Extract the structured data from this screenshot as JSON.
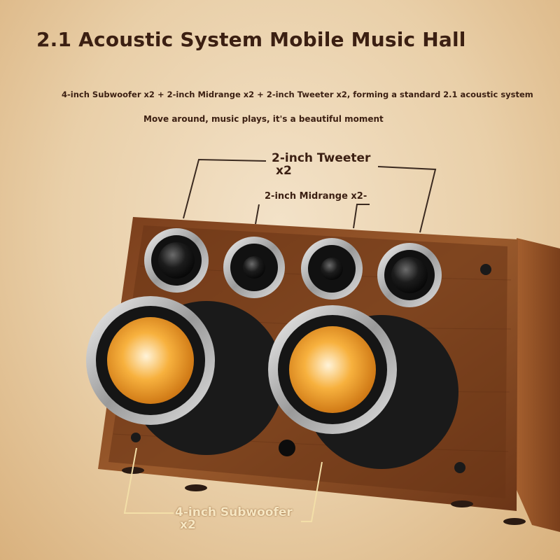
{
  "header": {
    "title": "2.1 Acoustic System Mobile Music Hall",
    "subtitle": "4-inch Subwoofer x2 + 2-inch Midrange x2 + 2-inch Tweeter x2, forming a standard 2.1 acoustic system",
    "tagline": "Move around, music plays, it's a beautiful moment"
  },
  "callouts": {
    "tweeter_line1": "2-inch Tweeter",
    "tweeter_line2": "x2",
    "midrange": "2-inch Midrange x2-",
    "subwoofer_line1": "4-inch Subwoofer",
    "subwoofer_line2": "x2"
  },
  "colors": {
    "text": "#3b1f12",
    "wood": "#8a4a22",
    "cone": "#f5a623",
    "callout_line": "#3b2a20"
  }
}
